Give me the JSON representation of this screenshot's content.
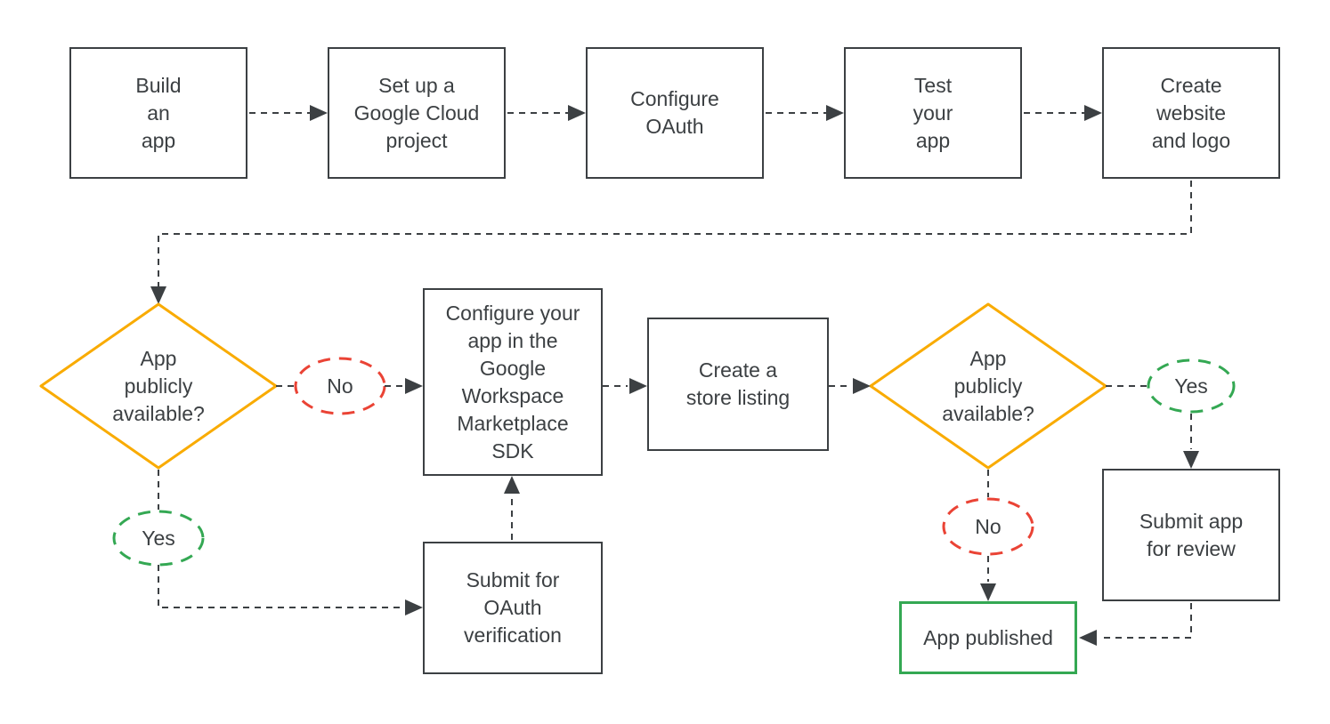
{
  "palette": {
    "ink": "#3c4043",
    "yellow": "#F9AB00",
    "red": "#EA4335",
    "green": "#34A853",
    "bg": "#ffffff"
  },
  "nodes": {
    "build": {
      "label": "Build\nan\napp"
    },
    "cloud": {
      "label": "Set up a\nGoogle Cloud\nproject"
    },
    "oauth": {
      "label": "Configure\nOAuth"
    },
    "test": {
      "label": "Test\nyour\napp"
    },
    "website": {
      "label": "Create\nwebsite\nand logo"
    },
    "decision1": {
      "label": "App\npublicly\navailable?",
      "no_label": "No",
      "yes_label": "Yes"
    },
    "sdk": {
      "label": "Configure your\napp in the\nGoogle\nWorkspace\nMarketplace\nSDK"
    },
    "listing": {
      "label": "Create a\nstore listing"
    },
    "decision2": {
      "label": "App\npublicly\navailable?",
      "yes_label": "Yes",
      "no_label": "No"
    },
    "review": {
      "label": "Submit app\nfor review"
    },
    "verify": {
      "label": "Submit for\nOAuth\nverification"
    },
    "published": {
      "label": "App published"
    }
  },
  "edges": [
    {
      "from": "Build an app",
      "to": "Set up a Google Cloud project"
    },
    {
      "from": "Set up a Google Cloud project",
      "to": "Configure OAuth"
    },
    {
      "from": "Configure OAuth",
      "to": "Test your app"
    },
    {
      "from": "Test your app",
      "to": "Create website and logo"
    },
    {
      "from": "Create website and logo",
      "to": "App publicly available? (first)"
    },
    {
      "from": "App publicly available? (first)",
      "via": "No",
      "to": "Configure your app in the Google Workspace Marketplace SDK"
    },
    {
      "from": "App publicly available? (first)",
      "via": "Yes",
      "to": "Submit for OAuth verification"
    },
    {
      "from": "Submit for OAuth verification",
      "to": "Configure your app in the Google Workspace Marketplace SDK"
    },
    {
      "from": "Configure your app in the Google Workspace Marketplace SDK",
      "to": "Create a store listing"
    },
    {
      "from": "Create a store listing",
      "to": "App publicly available? (second)"
    },
    {
      "from": "App publicly available? (second)",
      "via": "Yes",
      "to": "Submit app for review"
    },
    {
      "from": "App publicly available? (second)",
      "via": "No",
      "to": "App published"
    },
    {
      "from": "Submit app for review",
      "to": "App published"
    }
  ]
}
